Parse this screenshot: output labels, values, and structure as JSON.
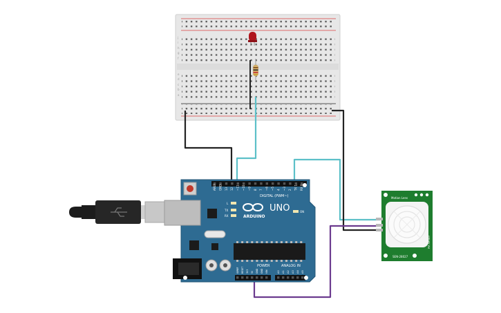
{
  "components": {
    "breadboard": {
      "name": "Breadboard"
    },
    "led": {
      "name": "LED",
      "color": "#b0141c"
    },
    "resistor": {
      "name": "Resistor"
    },
    "arduino": {
      "model": "UNO",
      "brand": "ARDUINO",
      "digital_label": "DIGITAL (PWM~)",
      "power_label": "POWER",
      "analog_label": "ANALOG IN",
      "on_label": "ON",
      "l_label": "L",
      "tx_label": "TX",
      "rx_label": "RX",
      "digital_pins": [
        "AREF",
        "GND",
        "13",
        "12",
        "~11",
        "~10",
        "~9",
        "8",
        "7",
        "~6",
        "~5",
        "4",
        "~3",
        "2",
        "TX 1",
        "RX 0"
      ],
      "power_pins": [
        "IOREF",
        "RESET",
        "3V3",
        "5V",
        "GND",
        "GND",
        "VIN"
      ],
      "analog_pins": [
        "A0",
        "A1",
        "A2",
        "A3",
        "A4",
        "A5"
      ]
    },
    "pir_sensor": {
      "name": "PIR Sensor",
      "label_top": "Motion Lens",
      "label_bottom": "SEN-28027",
      "label_side": "PIR Sensor"
    },
    "usb": {
      "name": "USB cable"
    }
  },
  "colors": {
    "board_blue": "#2e6b92",
    "pcb_green": "#1e7d2e",
    "wire_black": "#222222",
    "wire_cyan": "#5cc0c8",
    "wire_purple": "#6b3a8e",
    "breadboard_bg": "#eaeaea",
    "rail_red": "#d84040"
  }
}
